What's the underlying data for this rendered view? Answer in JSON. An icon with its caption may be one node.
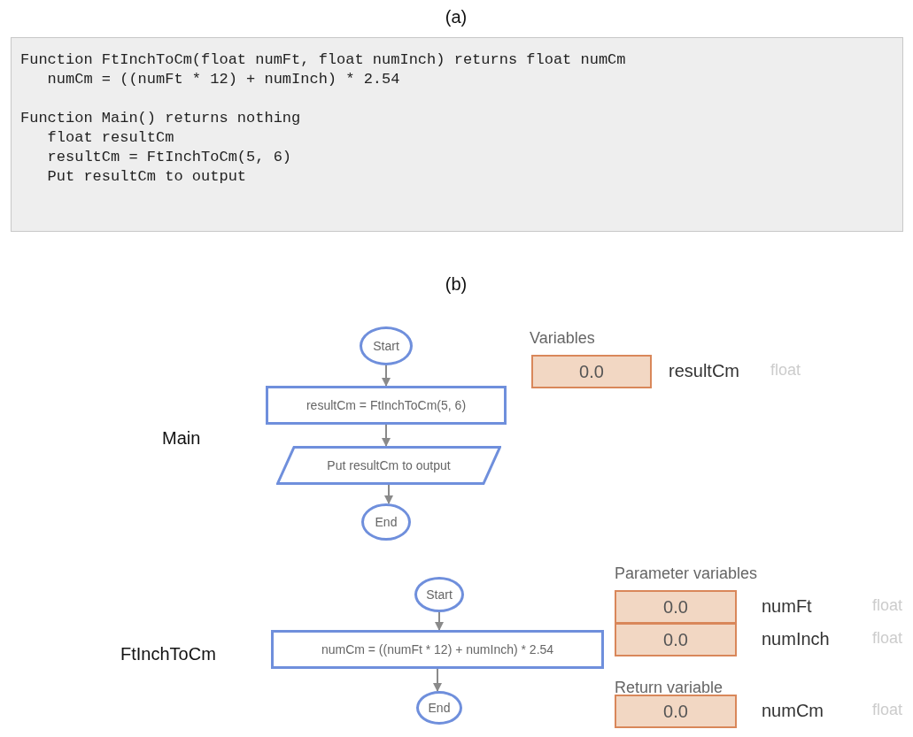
{
  "diagram": {
    "nodes": [
      {
        "text": [
          "Function FtInchToCm(float numFt, float numInch) returns float numCm",
          "   numCm = ((numFt * 12) + numInch) * 2.54",
          "Function Main() returns nothing",
          "   float resultCm",
          "   resultCm = FtInchToCm(5, 6)",
          "   Put resultCm to output"
        ]
      },
      {
        "text": [
          "Start"
        ]
      },
      {
        "text": [
          "resultCm = FtInchToCm(5, 6)"
        ]
      },
      {
        "text": [
          "Put resultCm to output"
        ]
      },
      {
        "text": [
          "End"
        ]
      },
      {
        "text": [
          "0.0"
        ],
        "beside": [
          "resultCm",
          "float"
        ]
      },
      {
        "text": [
          "Start"
        ]
      },
      {
        "text": [
          "numCm = ((numFt * 12) + numInch) * 2.54"
        ]
      },
      {
        "text": [
          "End"
        ]
      },
      {
        "text": [
          "0.0"
        ],
        "beside": [
          "numFt",
          "float"
        ]
      },
      {
        "text": [
          "0.0"
        ],
        "beside": [
          "numInch",
          "float"
        ]
      },
      {
        "text": [
          "0.0"
        ],
        "beside": [
          "numCm",
          "float"
        ]
      }
    ],
    "edges": [
      {
        "from": 1,
        "to": 2,
        "arrow": "to"
      },
      {
        "from": 2,
        "to": 3,
        "arrow": "to"
      },
      {
        "from": 3,
        "to": 4,
        "arrow": "to"
      },
      {
        "from": 6,
        "to": 7,
        "arrow": "to"
      },
      {
        "from": 7,
        "to": 8,
        "arrow": "to"
      }
    ],
    "labels": [
      "(a)",
      "(b)",
      "Variables",
      "Main",
      "Parameter variables",
      "FtInchToCm",
      "Return variable"
    ]
  }
}
